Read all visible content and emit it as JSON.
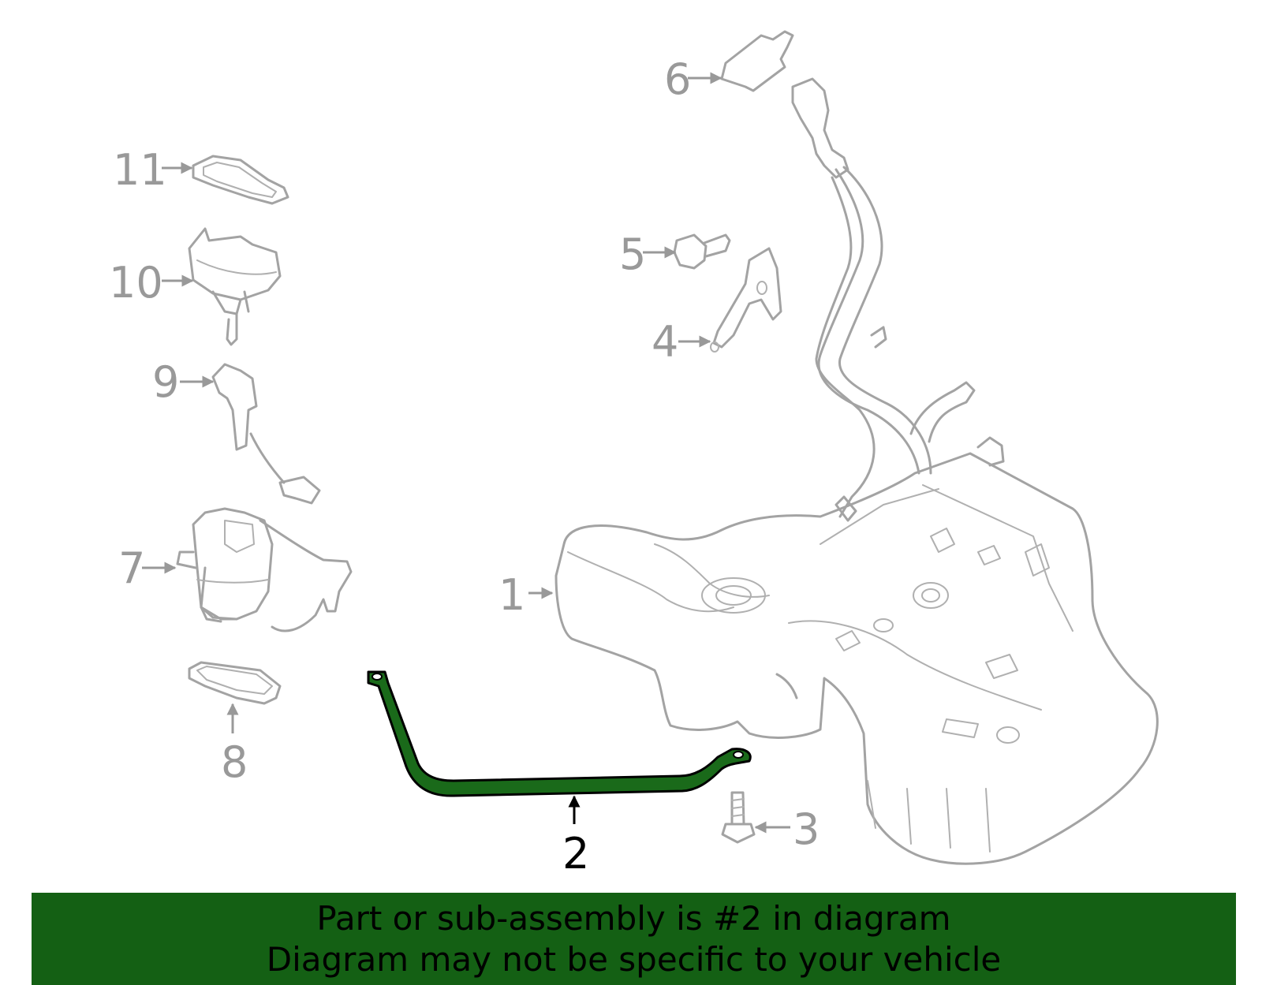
{
  "callouts": {
    "c1": "1",
    "c2": "2",
    "c3": "3",
    "c4": "4",
    "c5": "5",
    "c6": "6",
    "c7": "7",
    "c8": "8",
    "c9": "9",
    "c10": "10",
    "c11": "11"
  },
  "highlight_callout": "2",
  "banner": {
    "line1": "Part or sub-assembly is #2 in diagram",
    "line2": "Diagram may not be specific to your vehicle"
  },
  "colors": {
    "banner_bg": "#146014",
    "highlight_fill": "#1a6a1a",
    "part_stroke": "#a3a3a3",
    "callout_inactive": "#999999",
    "callout_active": "#000000"
  }
}
